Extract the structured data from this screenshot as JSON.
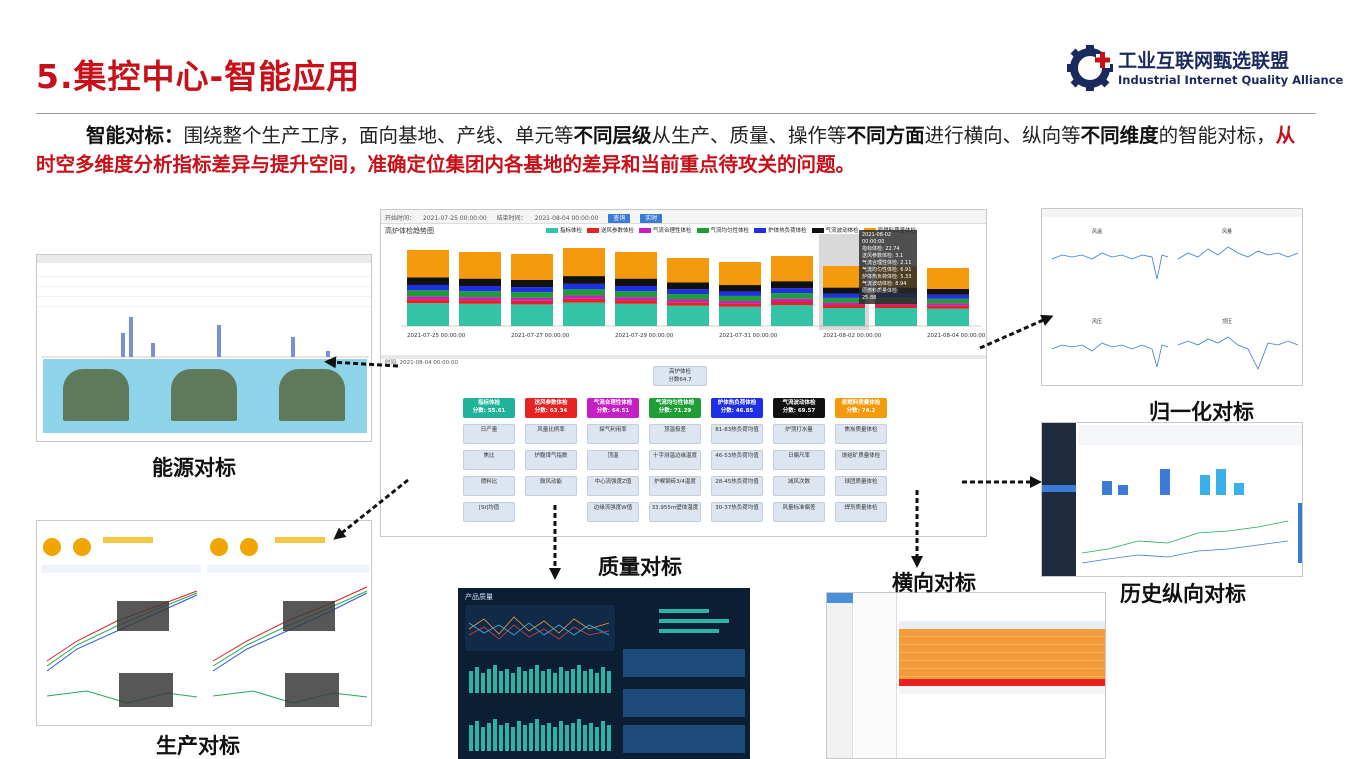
{
  "slide": {
    "title": "5.集控中心-智能应用",
    "logo": {
      "name_cn": "工业互联网甄选联盟",
      "name_en": "Industrial Internet Quality Alliance"
    },
    "intro": {
      "lead": "智能对标：",
      "p1": "围绕整个生产工序，面向基地、产线、单元等",
      "b1": "不同层级",
      "p2": "从生产、质量、操作等",
      "b2": "不同方面",
      "p3": "进行横向、纵向等",
      "b3": "不同维度",
      "p4": "的智能对标，",
      "highlight": "从时空多维度分析指标差异与提升空间，准确定位集团内各基地的差异和当前重点待攻关的问题。"
    }
  },
  "captions": {
    "energy": "能源对标",
    "production": "生产对标",
    "quality": "质量对标",
    "horizontal": "横向对标",
    "normalize": "归一化对标",
    "history": "历史纵向对标"
  },
  "center": {
    "filter": {
      "start_label": "开始时间：",
      "start_value": "2021-07-25 00:00:00",
      "end_label": "结束时间：",
      "end_value": "2021-08-04 00:00:00",
      "query_btn": "查询",
      "reset_btn": "实时"
    },
    "chart_title": "高炉体检趋势图",
    "legend": [
      {
        "name": "指标体检",
        "color": "#33c3a5"
      },
      {
        "name": "送风参数体检",
        "color": "#e52323"
      },
      {
        "name": "气流合理性体检",
        "color": "#c61fc6"
      },
      {
        "name": "气流均匀性体检",
        "color": "#1f9e36"
      },
      {
        "name": "炉体热负荷体检",
        "color": "#1e2fe6"
      },
      {
        "name": "气流波动体检",
        "color": "#111111"
      },
      {
        "name": "原燃料质量体检",
        "color": "#f59a0c"
      }
    ],
    "x_labels": [
      "2021-07-25 00:00:00",
      "2021-07-27 00:00:00",
      "2021-07-29 00:00:00",
      "2021-07-31 00:00:00",
      "2021-08-02 00:00:00",
      "2021-08-04 00:00:00"
    ],
    "tooltip": {
      "time": "2021-08-02 00:00:00",
      "items": [
        "指标体检: 22.74",
        "送风参数体检: 3.1",
        "气流合理性体检: 2.11",
        "气流均匀性体检: 6.91",
        "炉体热负荷体检: 5.33",
        "气流波动体检: 8.94",
        "原燃料质量体检: 25.88"
      ]
    },
    "time_label": "时间: 2021-08-04 00:00:00",
    "root": {
      "label": "高炉体检",
      "score": "分数64.7"
    },
    "heads": [
      {
        "label": "指标体检",
        "score": "分数: 55.61",
        "color": "#20b39a"
      },
      {
        "label": "送风参数体检",
        "score": "分数: 63.34",
        "color": "#e52323"
      },
      {
        "label": "气流合理性体检",
        "score": "分数: 64.51",
        "color": "#c61fc6"
      },
      {
        "label": "气流均匀性体检",
        "score": "分数: 71.29",
        "color": "#1f9e36"
      },
      {
        "label": "炉体热负荷体检",
        "score": "分数: 46.85",
        "color": "#1e2fe6"
      },
      {
        "label": "气流波动体检",
        "score": "分数: 69.57",
        "color": "#111111"
      },
      {
        "label": "原燃料质量体检",
        "score": "分数: 74.2",
        "color": "#f59a0c"
      }
    ],
    "nodes": [
      [
        "日产量",
        "风量比例率",
        "探气利用率",
        "顶温极差",
        "81-83热负荷均值",
        "炉顶打水量",
        "焦炭质量体检"
      ],
      [
        "焦比",
        "炉腹煤气指数",
        "顶温",
        "十字测温边缘温度",
        "46-53热负荷均值",
        "日偏尺率",
        "烧结矿质量体检"
      ],
      [
        "燃料比",
        "鼓风动能",
        "中心流强度Z值",
        "炉喉钢砖3/4温度",
        "28-45热负荷均值",
        "减风次数",
        "球团质量体检"
      ],
      [
        "[Si]均值",
        "",
        "边缘流强度W值",
        "33.955m壁体温度",
        "30-37热负荷均值",
        "风量标准偏差",
        "焊剂质量体检"
      ]
    ]
  },
  "normalize_chart": {
    "titles": [
      "风温",
      "风量",
      "风压",
      "顶压"
    ]
  },
  "quality": {
    "title": "产品质量"
  }
}
